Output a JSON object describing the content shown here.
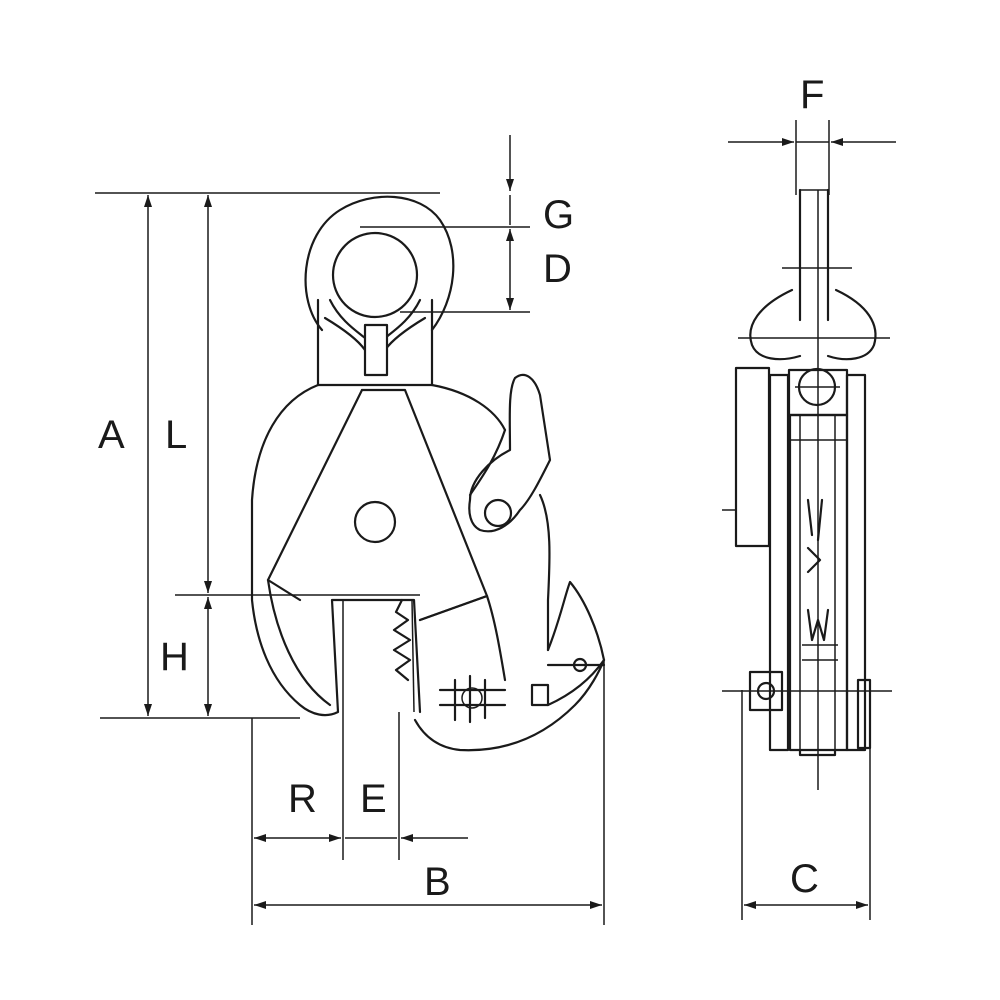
{
  "dimensions": {
    "A": "A",
    "L": "L",
    "H": "H",
    "G": "G",
    "D": "D",
    "R": "R",
    "E": "E",
    "B": "B",
    "F": "F",
    "C": "C"
  },
  "colors": {
    "line": "#1a1a1a",
    "background": "#ffffff"
  }
}
